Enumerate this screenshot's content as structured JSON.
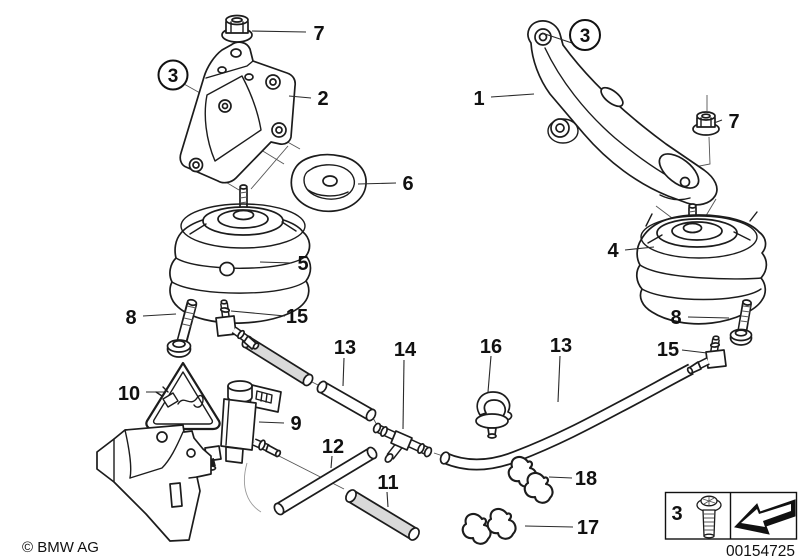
{
  "labels": {
    "p1": "1",
    "p2": "2",
    "p3": "3",
    "p4": "4",
    "p5": "5",
    "p6": "6",
    "p7": "7",
    "p8": "8",
    "p9": "9",
    "p10": "10",
    "p11": "11",
    "p12": "12",
    "p13": "13",
    "p14": "14",
    "p15": "15",
    "p16": "16",
    "p17": "17",
    "p18": "18"
  },
  "legend": {
    "ref_label": "3"
  },
  "footer": {
    "copyright": "© BMW AG",
    "doc_number": "00154725"
  }
}
